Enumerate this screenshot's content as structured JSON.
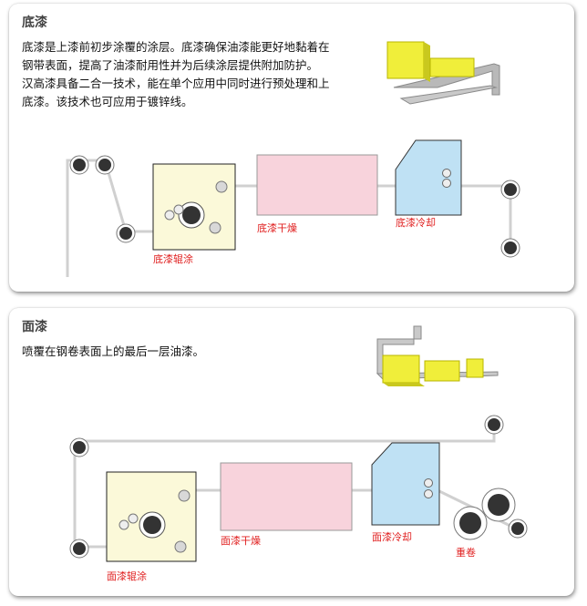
{
  "primer": {
    "title": "底漆",
    "paragraphs": [
      "底漆是上漆前初步涂覆的涂层。底漆确保油漆能更好地黏着在钢带表面，提高了油漆耐用性并为后续涂层提供附加防护。",
      "汉高漆具备二合一技术，能在单个应用中同时进行预处理和上底漆。该技术也可应用于镀锌线。"
    ],
    "labels": {
      "roller_coat": "底漆辊涂",
      "drying": "底漆干燥",
      "cooling": "底漆冷却"
    }
  },
  "topcoat": {
    "title": "面漆",
    "paragraphs": [
      "喷覆在钢卷表面上的最后一层油漆。"
    ],
    "labels": {
      "roller_coat": "面漆辊涂",
      "drying": "面漆干燥",
      "cooling": "面漆冷却",
      "recoil": "重卷"
    }
  },
  "colors": {
    "label_red": "#e02020",
    "applicator_fill": "#fbf9d9",
    "drying_fill": "#f8d3dc",
    "cooling_fill": "#bfe1f4",
    "strip": "#d0d0d0",
    "machine_yellow": "#f0ee3a"
  }
}
